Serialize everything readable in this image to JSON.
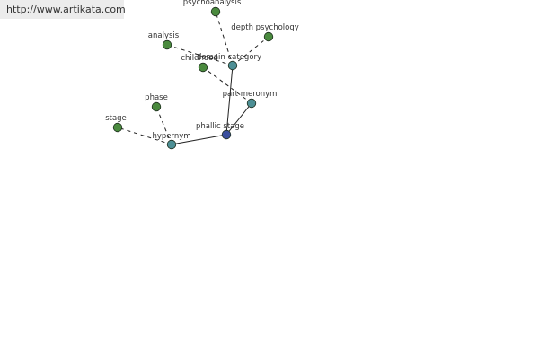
{
  "header": {
    "url": "http://www.artikata.com"
  },
  "graph": {
    "colors": {
      "center": "#3a4f9e",
      "relation": "#4d8f95",
      "leaf": "#4a8a3e",
      "edge": "#222222",
      "label": "#333333"
    },
    "nodes": [
      {
        "id": "phallic-stage",
        "label": "phallic stage",
        "kind": "center"
      },
      {
        "id": "hypernym",
        "label": "hypernym",
        "kind": "relation"
      },
      {
        "id": "domain-category",
        "label": "domain category",
        "kind": "relation"
      },
      {
        "id": "part-meronym",
        "label": "part meronym",
        "kind": "relation"
      },
      {
        "id": "stage",
        "label": "stage",
        "kind": "leaf"
      },
      {
        "id": "phase",
        "label": "phase",
        "kind": "leaf"
      },
      {
        "id": "analysis",
        "label": "analysis",
        "kind": "leaf"
      },
      {
        "id": "psychoanalysis",
        "label": "psychoanalysis",
        "kind": "leaf"
      },
      {
        "id": "depth-psychology",
        "label": "depth psychology",
        "kind": "leaf"
      },
      {
        "id": "childhood",
        "label": "childhood",
        "kind": "leaf"
      }
    ],
    "edges": [
      {
        "from": "phallic-stage",
        "to": "hypernym",
        "style": "solid"
      },
      {
        "from": "phallic-stage",
        "to": "domain-category",
        "style": "solid"
      },
      {
        "from": "phallic-stage",
        "to": "part-meronym",
        "style": "solid"
      },
      {
        "from": "hypernym",
        "to": "stage",
        "style": "dashed"
      },
      {
        "from": "hypernym",
        "to": "phase",
        "style": "dashed"
      },
      {
        "from": "domain-category",
        "to": "analysis",
        "style": "dashed"
      },
      {
        "from": "domain-category",
        "to": "psychoanalysis",
        "style": "dashed"
      },
      {
        "from": "domain-category",
        "to": "depth-psychology",
        "style": "dashed"
      },
      {
        "from": "part-meronym",
        "to": "childhood",
        "style": "dashed"
      }
    ]
  }
}
